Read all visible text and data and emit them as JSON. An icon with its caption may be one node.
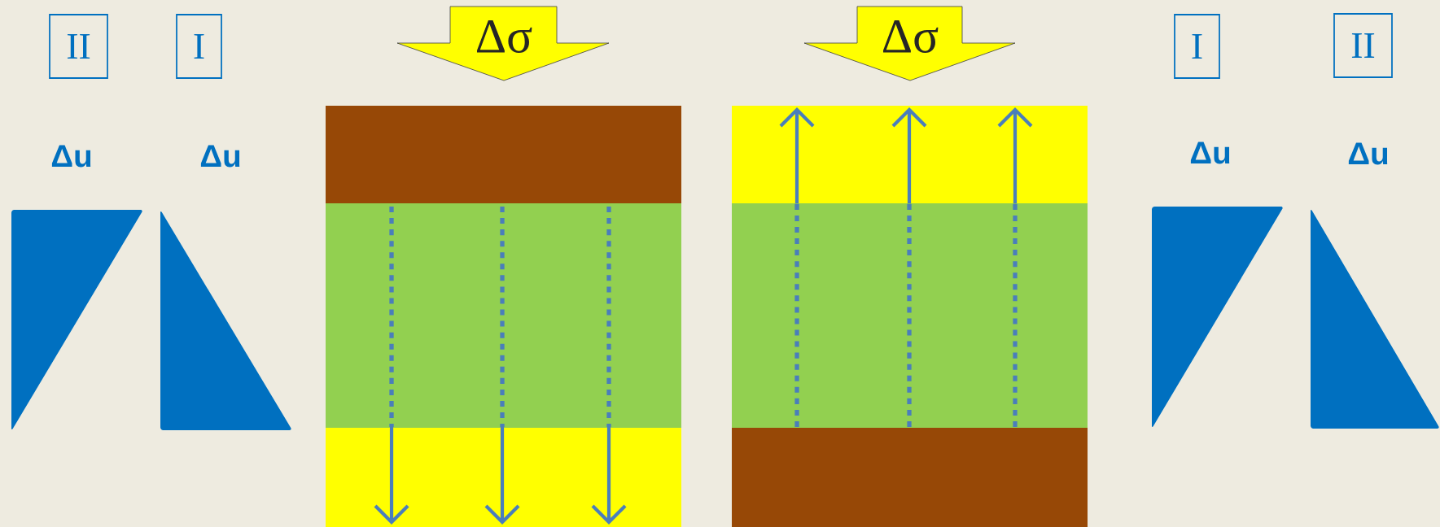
{
  "diagram": {
    "nodes": [
      {
        "text": [
          "II"
        ]
      },
      {
        "text": [
          "I"
        ]
      },
      {
        "text": [
          "Δσ"
        ]
      },
      {
        "text": [
          "Δσ"
        ]
      },
      {
        "text": [
          "I"
        ]
      },
      {
        "text": [
          "II"
        ]
      }
    ],
    "labels": [
      "Δu",
      "Δu",
      "Δu",
      "Δu"
    ]
  }
}
